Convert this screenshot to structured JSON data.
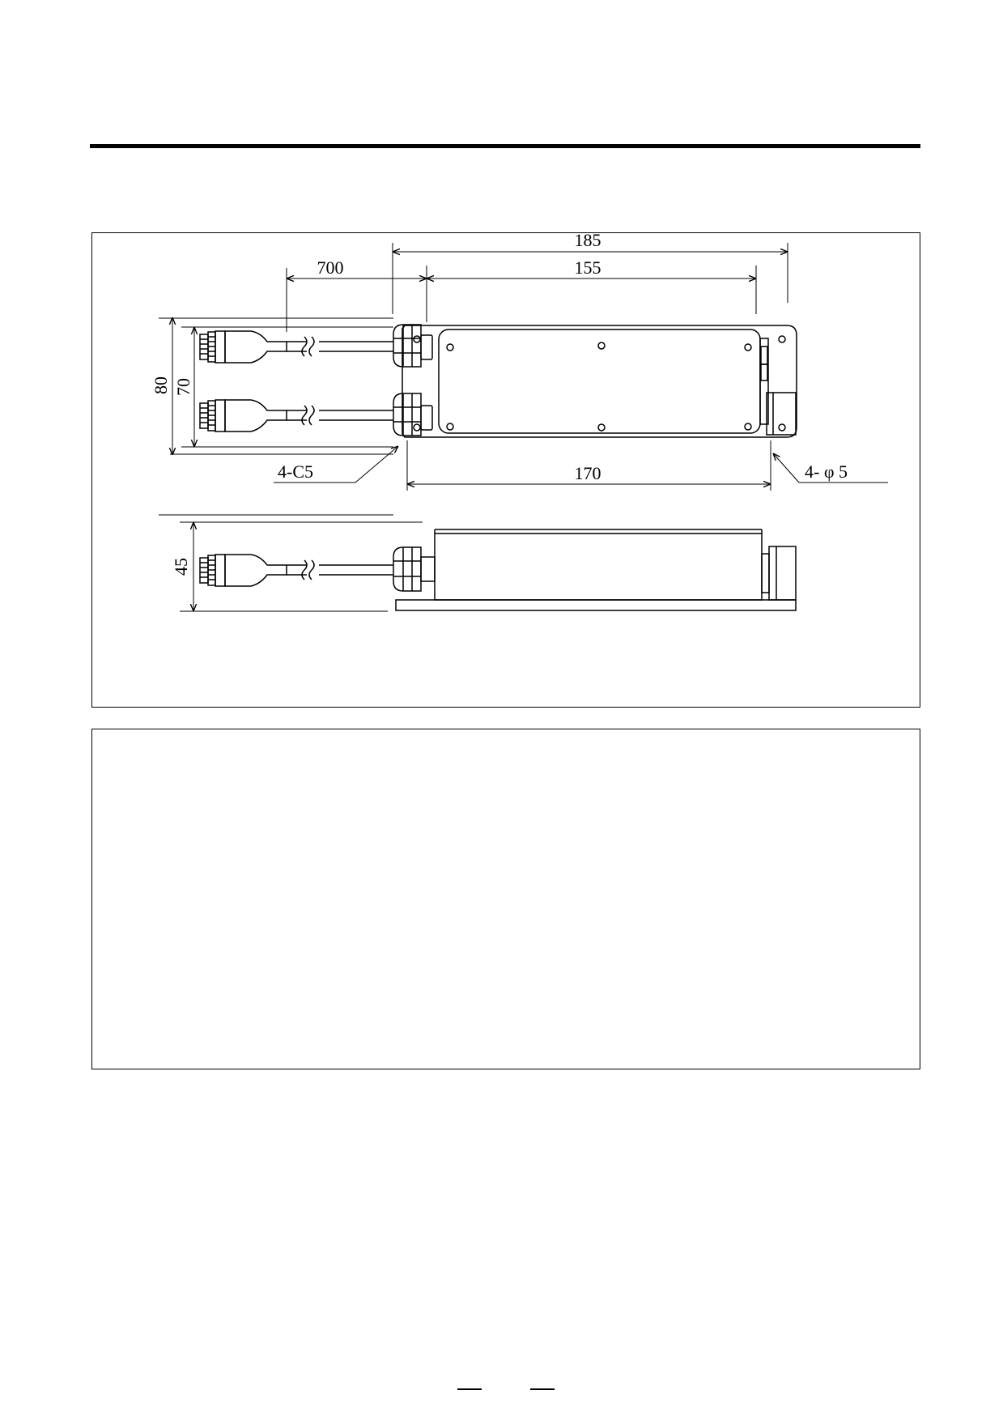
{
  "drawing": {
    "dimensions": {
      "overall_length": "185",
      "cable_length": "700",
      "body_length": "155",
      "overall_width": "80",
      "inner_width": "70",
      "chamfer": "4-C5",
      "hole_pitch": "170",
      "holes": "4- φ 5",
      "height": "45"
    }
  }
}
